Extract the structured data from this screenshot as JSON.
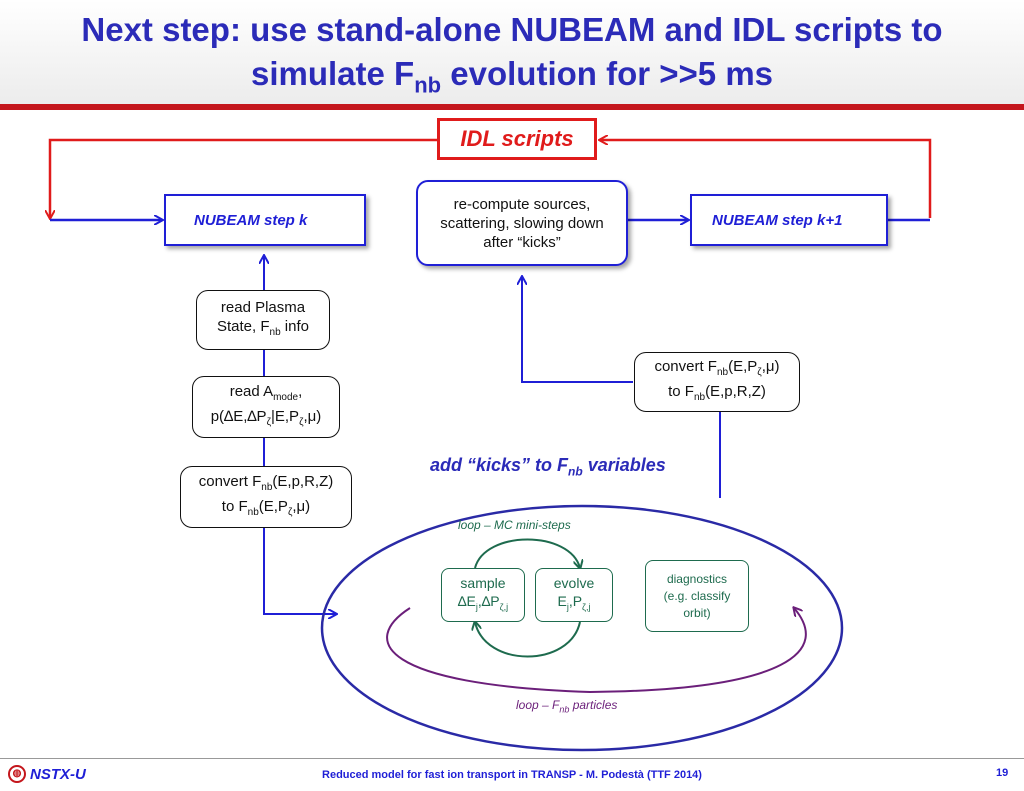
{
  "title": {
    "line1": "Next step: use stand-alone NUBEAM and IDL scripts to",
    "line2_pre": "simulate F",
    "line2_sub": "nb",
    "line2_post": " evolution for >>5 ms"
  },
  "idl_scripts": "IDL scripts",
  "nubeam_k": "NUBEAM step k",
  "nubeam_k1": "NUBEAM step k+1",
  "recompute": {
    "line1": "re-compute sources,",
    "line2": "scattering, slowing down",
    "line3": "after “kicks”"
  },
  "read_plasma": {
    "line1": "read Plasma",
    "line2_pre": "State, F",
    "line2_sub": "nb",
    "line2_post": " info"
  },
  "read_amode": {
    "line1_pre": "read A",
    "line1_sub": "mode",
    "line1_post": ",",
    "line2_pre": "p(∆E,∆P",
    "line2_sub1": "ζ",
    "line2_mid": "|E,P",
    "line2_sub2": "ζ",
    "line2_post": ",μ)"
  },
  "convert_left": {
    "l1_pre": "convert F",
    "l1_sub": "nb",
    "l1_post": "(E,p,R,Z)",
    "l2_pre": "to F",
    "l2_sub": "nb",
    "l2_mid": "(E,P",
    "l2_sub2": "ζ",
    "l2_post": ",μ)"
  },
  "convert_right": {
    "l1_pre": "convert F",
    "l1_sub": "nb",
    "l1_mid": "(E,P",
    "l1_sub2": "ζ",
    "l1_post": ",μ)",
    "l2_pre": "to F",
    "l2_sub": "nb",
    "l2_post": "(E,p,R,Z)"
  },
  "kicks_label": {
    "pre": "add “kicks” to F",
    "sub": "nb",
    "post": " variables"
  },
  "loop_mc": "loop – MC mini-steps",
  "sample": {
    "line1": "sample",
    "line2_pre": "∆E",
    "line2_sub1": "j",
    "line2_mid": ",∆P",
    "line2_sub2": "ζ,j"
  },
  "evolve": {
    "line1": "evolve",
    "line2_pre": "E",
    "line2_sub1": "j",
    "line2_mid": ",P",
    "line2_sub2": "ζ,j"
  },
  "diagnostics": {
    "line1": "diagnostics",
    "line2": "(e.g. classify",
    "line3": "orbit)"
  },
  "loop_particles": {
    "pre": "loop – F",
    "sub": "nb",
    "post": " particles"
  },
  "footer": {
    "logo_text": "NSTX-U",
    "center": "Reduced model for fast ion transport in TRANSP - M. Podestà (TTF 2014)",
    "page": "19"
  },
  "colors": {
    "blue": "#1f1fd6",
    "red": "#e01b1b",
    "green": "#1e6b4e",
    "purple": "#6b1f7a",
    "title": "#2b2bb8"
  }
}
